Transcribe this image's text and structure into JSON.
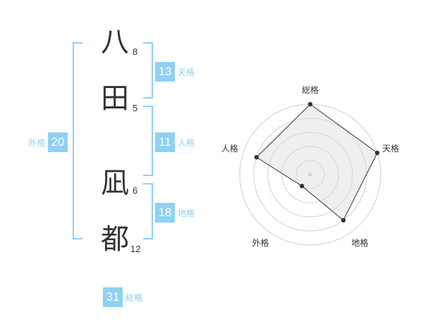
{
  "name": {
    "chars": [
      {
        "char": "八",
        "strokes": "8"
      },
      {
        "char": "田",
        "strokes": "5"
      },
      {
        "char": "凪",
        "strokes": "6"
      },
      {
        "char": "都",
        "strokes": "12"
      }
    ]
  },
  "fortune": {
    "tenkaku": {
      "value": "13",
      "label": "天格"
    },
    "jinkaku": {
      "value": "11",
      "label": "人格"
    },
    "chikaku": {
      "value": "18",
      "label": "地格"
    },
    "gaikaku": {
      "value": "20",
      "label": "外格"
    },
    "soukaku": {
      "value": "31",
      "label": "総格"
    }
  },
  "colors": {
    "accent": "#8fd0f5",
    "text": "#333333"
  },
  "chart_data": {
    "type": "radar",
    "axes": [
      "総格",
      "天格",
      "地格",
      "外格",
      "人格"
    ],
    "values": [
      5,
      5,
      4,
      1,
      4
    ],
    "max": 5,
    "rings": 5
  }
}
